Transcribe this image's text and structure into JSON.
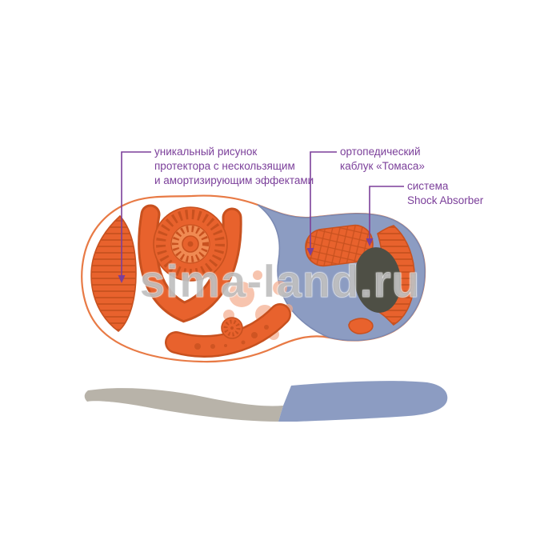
{
  "colors": {
    "purple": "#7b3f9a",
    "orange": "#e8622d",
    "orange-dark": "#c8511f",
    "outline": "#e87a45",
    "blue": "#8c9cc2",
    "blue-dark": "#7a89b2",
    "bubble": "#f4ab8b",
    "dark": "#4e4f45",
    "gray": "#b8b3a9",
    "background": "#ffffff"
  },
  "annotations": {
    "tread": {
      "lines": [
        "уникальный рисунок",
        "протектора с нескользящим",
        "и амортизирующим эффектами"
      ]
    },
    "heel": {
      "lines": [
        "ортопедический",
        "каблук «Томаса»"
      ]
    },
    "shock": {
      "lines": [
        "система",
        "Shock Absorber"
      ]
    }
  },
  "watermark": {
    "text": "sima-land.ru"
  }
}
